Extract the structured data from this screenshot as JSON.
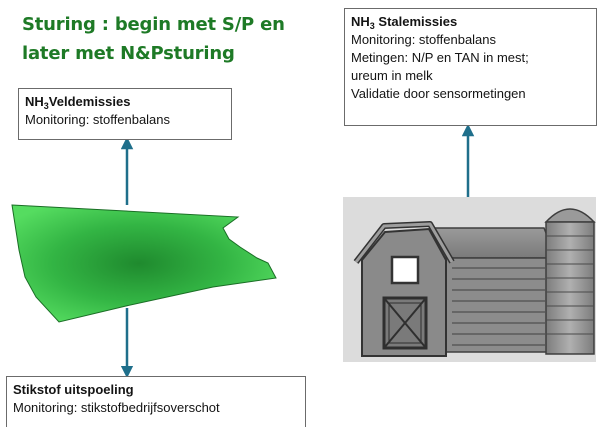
{
  "title": {
    "line1": "Sturing : begin met S/P en",
    "line2": "later met N&Psturing"
  },
  "veldemissies": {
    "prefix": "NH",
    "sub": "3",
    "heading": "Veldemissies",
    "lines": [
      "Monitoring: stoffenbalans"
    ]
  },
  "stalemissies": {
    "prefix": "NH",
    "sub": "3",
    "heading": " Stalemissies",
    "lines": [
      "Monitoring: stoffenbalans",
      "Metingen: N/P  en  TAN in mest;",
      "ureum in melk",
      "Validatie  door sensormetingen"
    ]
  },
  "uitspoeling": {
    "heading": "Stikstof uitspoeling",
    "lines": [
      "Monitoring: stikstofbedrijfsoverschot"
    ]
  },
  "colors": {
    "title": "#1e7a26",
    "field_center": "#1f8a2e",
    "field_edge": "#4cd857",
    "arrow": "#1f6f8b",
    "barn_light": "#a8a8a8",
    "barn_dark": "#555555"
  }
}
